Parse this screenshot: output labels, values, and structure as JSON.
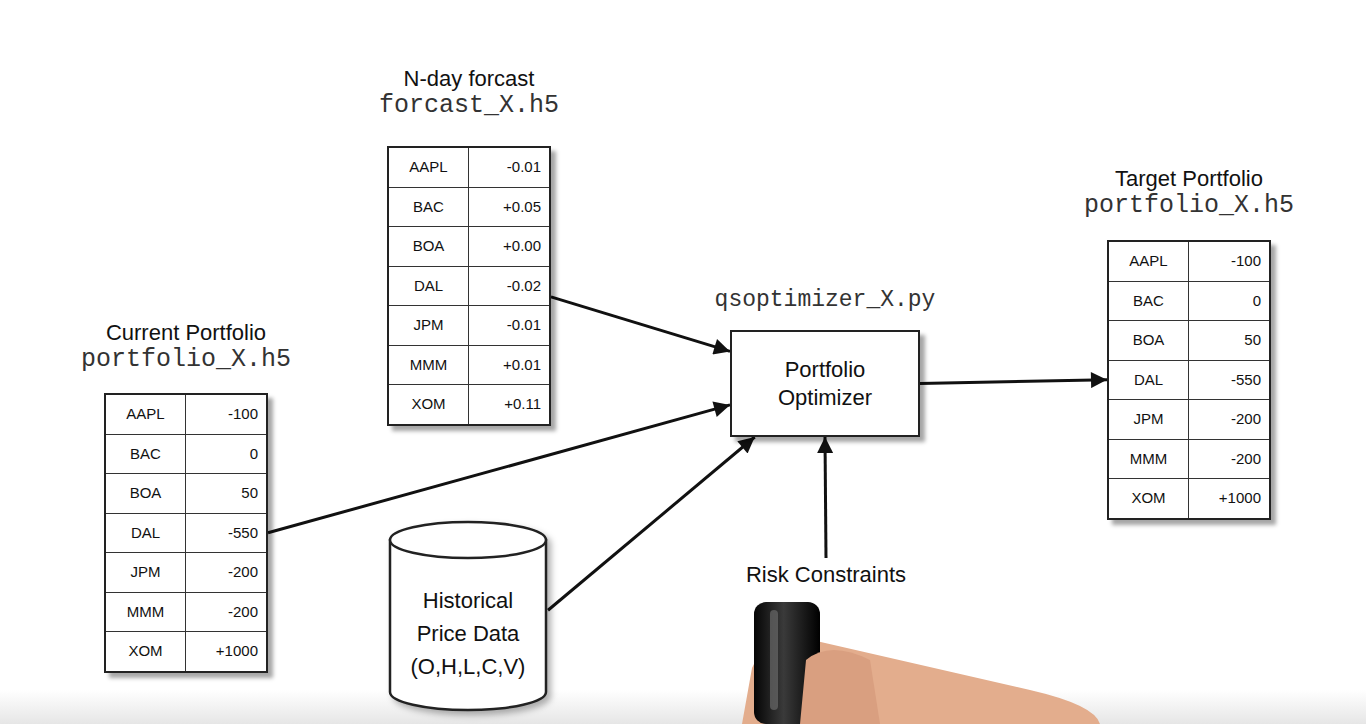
{
  "diagram": {
    "nodes": [
      {
        "text": [
          "N-day forcast",
          "forcast_X.h5",
          "AAPL",
          "-0.01",
          "BAC",
          "+0.05",
          "BOA",
          "+0.00",
          "DAL",
          "-0.02",
          "JPM",
          "-0.01",
          "MMM",
          "+0.01",
          "XOM",
          "+0.11"
        ]
      },
      {
        "text": [
          "Current Portfolio",
          "portfolio_X.h5",
          "AAPL",
          "-100",
          "BAC",
          "0",
          "BOA",
          "50",
          "DAL",
          "-550",
          "JPM",
          "-200",
          "MMM",
          "-200",
          "XOM",
          "+1000"
        ]
      },
      {
        "text": [
          "Historical Price Data (O,H,L,C,V)"
        ]
      },
      {
        "text": [
          "qsoptimizer_X.py",
          "Portfolio Optimizer"
        ]
      },
      {
        "text": [
          "Risk Constraints"
        ]
      },
      {
        "text": [
          "Target Portfolio",
          "portfolio_X.h5",
          "AAPL",
          "-100",
          "BAC",
          "0",
          "BOA",
          "50",
          "DAL",
          "-550",
          "JPM",
          "-200",
          "MMM",
          "-200",
          "XOM",
          "+1000"
        ]
      }
    ],
    "edges": [
      {
        "from": 0,
        "to": 3,
        "arrow": "to"
      },
      {
        "from": 1,
        "to": 3,
        "arrow": "to"
      },
      {
        "from": 2,
        "to": 3,
        "arrow": "to"
      },
      {
        "from": 4,
        "to": 3,
        "arrow": "to"
      },
      {
        "from": 3,
        "to": 5,
        "arrow": "to"
      }
    ]
  }
}
